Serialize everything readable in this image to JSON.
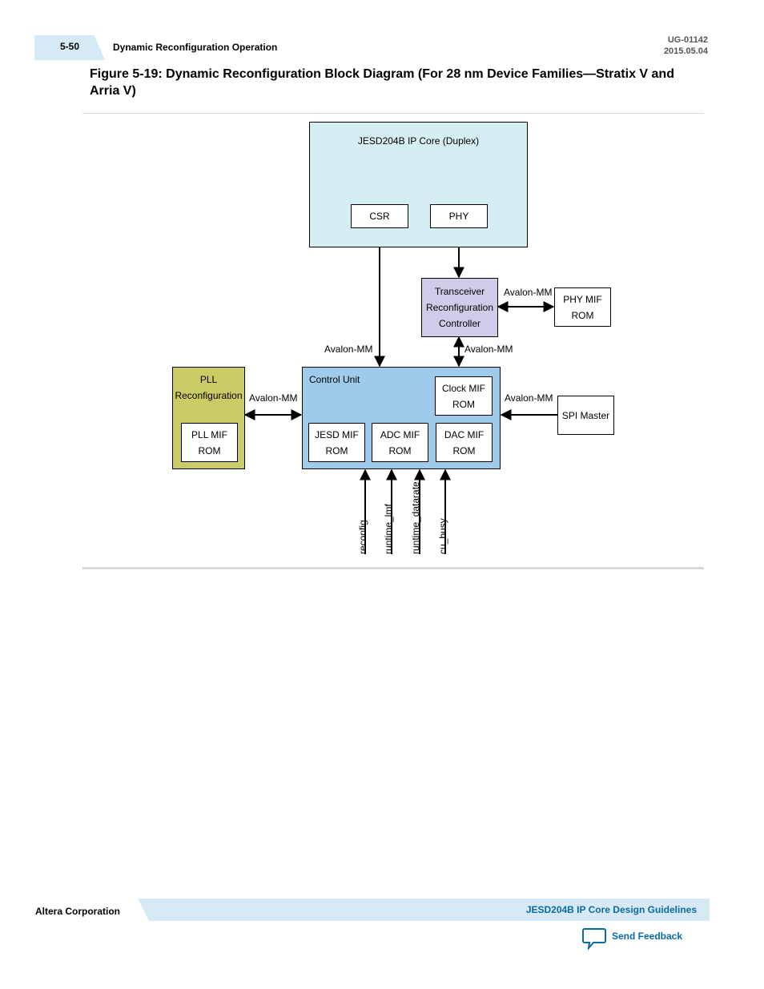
{
  "header": {
    "page_number": "5-50",
    "section_title": "Dynamic Reconfiguration Operation",
    "doc_id": "UG-01142",
    "doc_date": "2015.05.04"
  },
  "figure": {
    "title": "Figure 5-19: Dynamic Reconfiguration Block Diagram (For 28 nm Device Families—Stratix V and Arria V)"
  },
  "diagram": {
    "ip_core_label": "JESD204B IP Core (Duplex)",
    "csr_label": "CSR",
    "phy_label": "PHY",
    "transceiver_label": "Transceiver\nReconfiguration\nController",
    "phy_mif_label": "PHY MIF\nROM",
    "pll_reconfig_label": "PLL\nReconfiguration",
    "pll_mif_label": "PLL MIF\nROM",
    "control_unit_label": "Control Unit",
    "clock_mif_label": "Clock MIF\nROM",
    "jesd_mif_label": "JESD MIF\nROM",
    "adc_mif_label": "ADC MIF\nROM",
    "dac_mif_label": "DAC MIF\nROM",
    "spi_master_label": "SPI Master",
    "avalon_mm": "Avalon-MM",
    "signals": [
      "reconfig",
      "runtime_lmf",
      "runtime_datarate",
      "cu_busy"
    ],
    "colors": {
      "ip_core_fill": "#d5eef3",
      "transceiver_fill": "#d0cbe8",
      "pll_fill": "#cccc66",
      "control_unit_fill": "#9fcbea"
    }
  },
  "footer": {
    "company": "Altera Corporation",
    "guide_title": "JESD204B IP Core Design Guidelines",
    "feedback_label": "Send Feedback"
  }
}
